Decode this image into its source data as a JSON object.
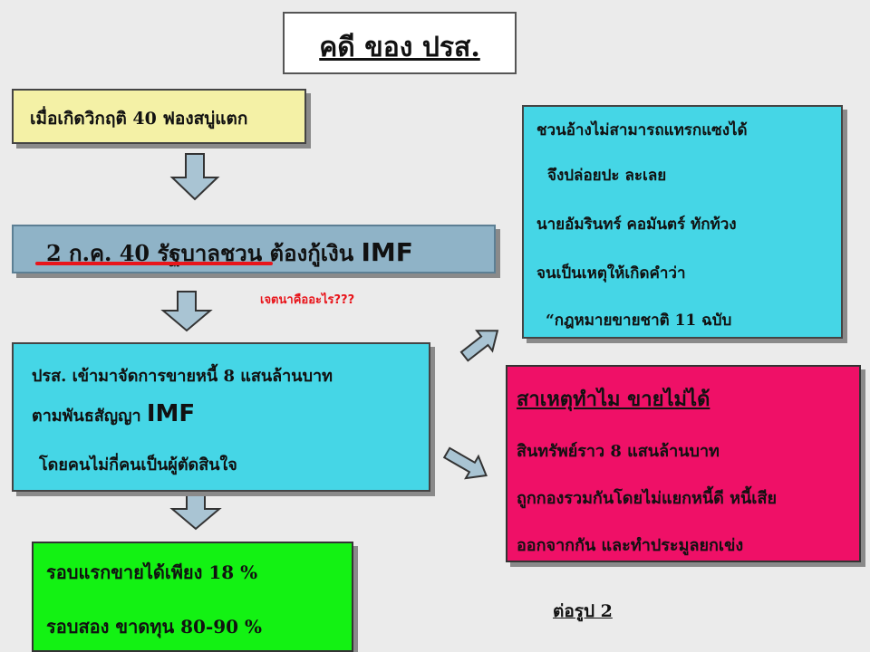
{
  "title": "คดี ของ ปรส.",
  "crisis_box": {
    "text": "เมื่อเกิดวิกฤติ 40 ฟองสบู่แตก"
  },
  "imf_box": {
    "text": "2 ก.ค. 40 รัฐบาลชวน  ต้องกู้เงิน ",
    "imf": "IMF"
  },
  "question_note": "เจตนาคืออะไร???",
  "rasat_box": {
    "line1": "ปรส. เข้ามาจัดการขายหนี้ 8 แสนล้านบาท",
    "line2": "ตามพันธสัญญา ",
    "imf": "IMF",
    "line3": "โดยคนไม่กี่คนเป็นผู้ตัดสินใจ"
  },
  "result_box": {
    "line1": "รอบแรกขายได้เพียง  18 %",
    "line2": "รอบสอง   ขาดทุน 80-90 %"
  },
  "chuan_box": {
    "line1": "ชวนอ้างไม่สามารถแทรกแซงได้",
    "line2": "จึงปล่อยปะ ละเลย",
    "line3": "นายอัมรินทร์ คอมันตร์ ทักท้วง",
    "line4": "จนเป็นเหตุให้เกิดคำว่า",
    "line5": "“กฎหมายขายชาติ  11 ฉบับ"
  },
  "cause_box": {
    "heading": "สาเหตุทำไม ขายไม่ได้",
    "line1": "สินทรัพย์ราว 8 แสนล้านบาท",
    "line2": "ถูกกองรวมกันโดยไม่แยกหนี้ดี หนี้เสีย",
    "line3": "ออกจากกัน และทำประมูลยกเข่ง"
  },
  "next_page": "ต่อรูป 2",
  "colors": {
    "crisis_fill": "#f4f1a6",
    "imf_fill": "#8fb3c7",
    "rasat_fill": "#45d6e6",
    "result_fill": "#13f213",
    "cause_fill": "#ef1067",
    "highlight_red": "#e8151b",
    "arrow_fill": "#a9c4d3"
  }
}
